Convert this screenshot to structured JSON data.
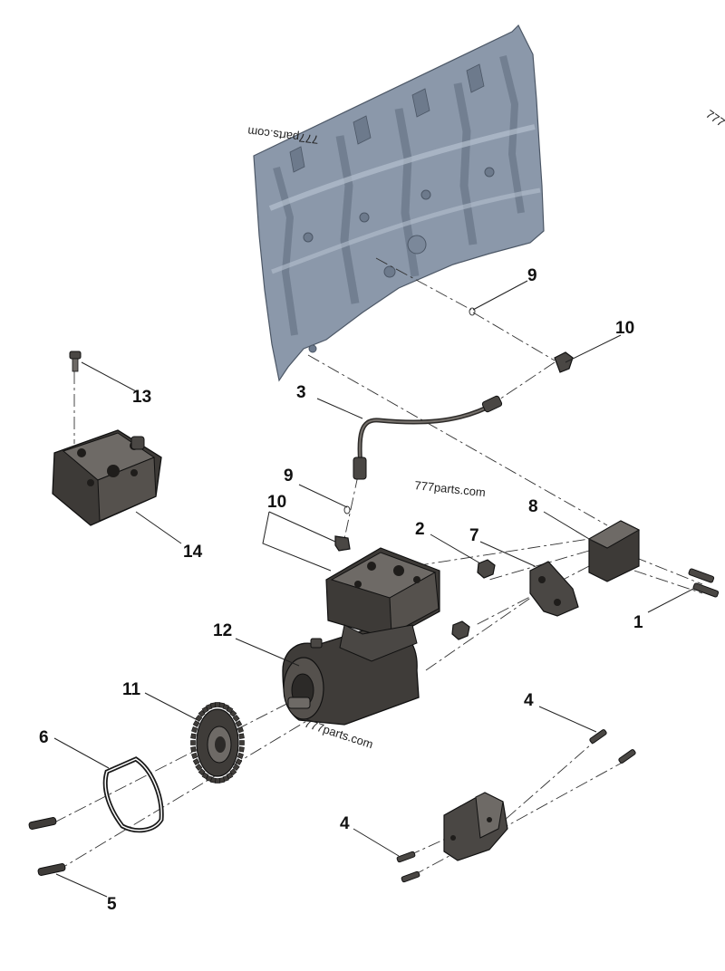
{
  "callouts": [
    {
      "id": "1",
      "label": "1"
    },
    {
      "id": "2",
      "label": "2"
    },
    {
      "id": "3",
      "label": "3"
    },
    {
      "id": "4a",
      "label": "4"
    },
    {
      "id": "4b",
      "label": "4"
    },
    {
      "id": "5",
      "label": "5"
    },
    {
      "id": "6",
      "label": "6"
    },
    {
      "id": "7",
      "label": "7"
    },
    {
      "id": "8",
      "label": "8"
    },
    {
      "id": "9a",
      "label": "9"
    },
    {
      "id": "9b",
      "label": "9"
    },
    {
      "id": "10a",
      "label": "10"
    },
    {
      "id": "10b",
      "label": "10"
    },
    {
      "id": "11",
      "label": "11"
    },
    {
      "id": "12",
      "label": "12"
    },
    {
      "id": "13",
      "label": "13"
    },
    {
      "id": "14",
      "label": "14"
    }
  ],
  "watermarks": {
    "block": "777parts.com",
    "center": "777parts.com",
    "compressor": "777parts.com",
    "edge": "777"
  },
  "colors": {
    "block": "#8b98aa",
    "block_dark": "#5f6b7c",
    "part": "#4a4744",
    "part_light": "#6e6a66",
    "line": "#222222"
  }
}
